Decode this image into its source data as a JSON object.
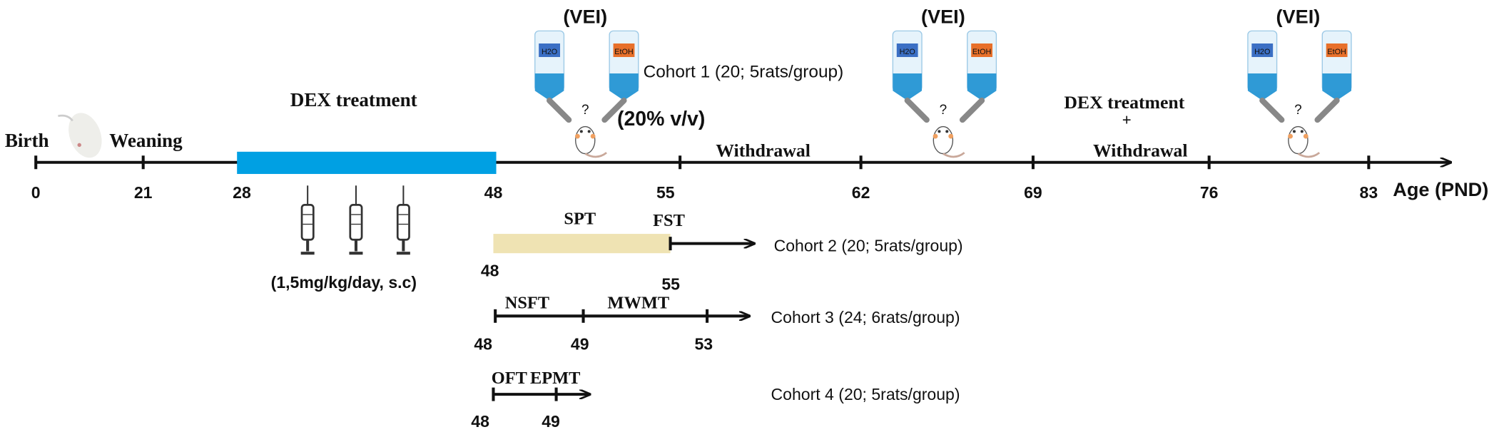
{
  "timeline": {
    "birth": "Birth",
    "weaning": "Weaning",
    "dex_treatment": "DEX treatment",
    "withdrawal": "Withdrawal",
    "dex_treatment_2": "DEX treatment",
    "plus": "+",
    "withdrawal_2": "Withdrawal",
    "axis_label": "Age (PND)",
    "ticks": [
      "0",
      "21",
      "28",
      "48",
      "55",
      "62",
      "69",
      "76",
      "83"
    ],
    "dex_bar_color": "#00a0e3"
  },
  "vei": {
    "label": "(VEI)",
    "h2o": "H2O",
    "etoh": "EtOH",
    "question": "?",
    "concentration": "(20% v/v)"
  },
  "dose": "(1,5mg/kg/day, s.c)",
  "cohorts": [
    {
      "label": "Cohort 1 (20; 5rats/group)"
    },
    {
      "label": "Cohort 2  (20; 5rats/group)",
      "tests": [
        "SPT",
        "FST"
      ],
      "days": [
        "48",
        "55"
      ],
      "bar_color": "#efe3b3"
    },
    {
      "label": "Cohort 3 (24; 6rats/group)",
      "tests": [
        "NSFT",
        "MWMT"
      ],
      "days": [
        "48",
        "49",
        "53"
      ]
    },
    {
      "label": "Cohort 4 (20; 5rats/group)",
      "tests": [
        "OFT",
        "EPMT"
      ],
      "days": [
        "48",
        "49"
      ]
    }
  ]
}
